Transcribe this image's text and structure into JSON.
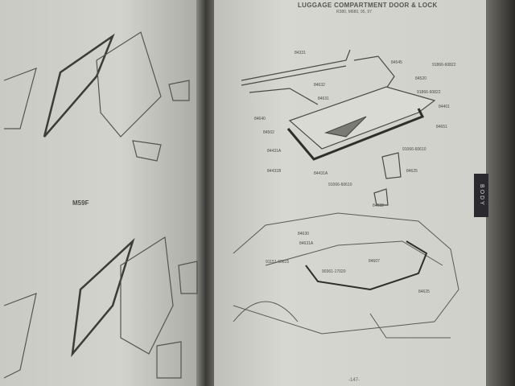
{
  "right_page": {
    "title": "LUGGAGE COMPARTMENT DOOR & LOCK",
    "subtitle": "R380, M680, 95, 97",
    "section_tab": "BODY",
    "page_number": "-147-",
    "part_labels": [
      "84331",
      "84632",
      "84631",
      "84545",
      "84520",
      "91866-60822",
      "91866-60822",
      "84401",
      "84651",
      "84640",
      "84502",
      "84431A",
      "84431B",
      "84431A",
      "91066-60610",
      "84625",
      "91066-60610",
      "84632",
      "84630",
      "84631A",
      "84607",
      "90361-17020",
      "91151-60615",
      "84625"
    ]
  },
  "left_page": {
    "model_label": "M59F"
  }
}
